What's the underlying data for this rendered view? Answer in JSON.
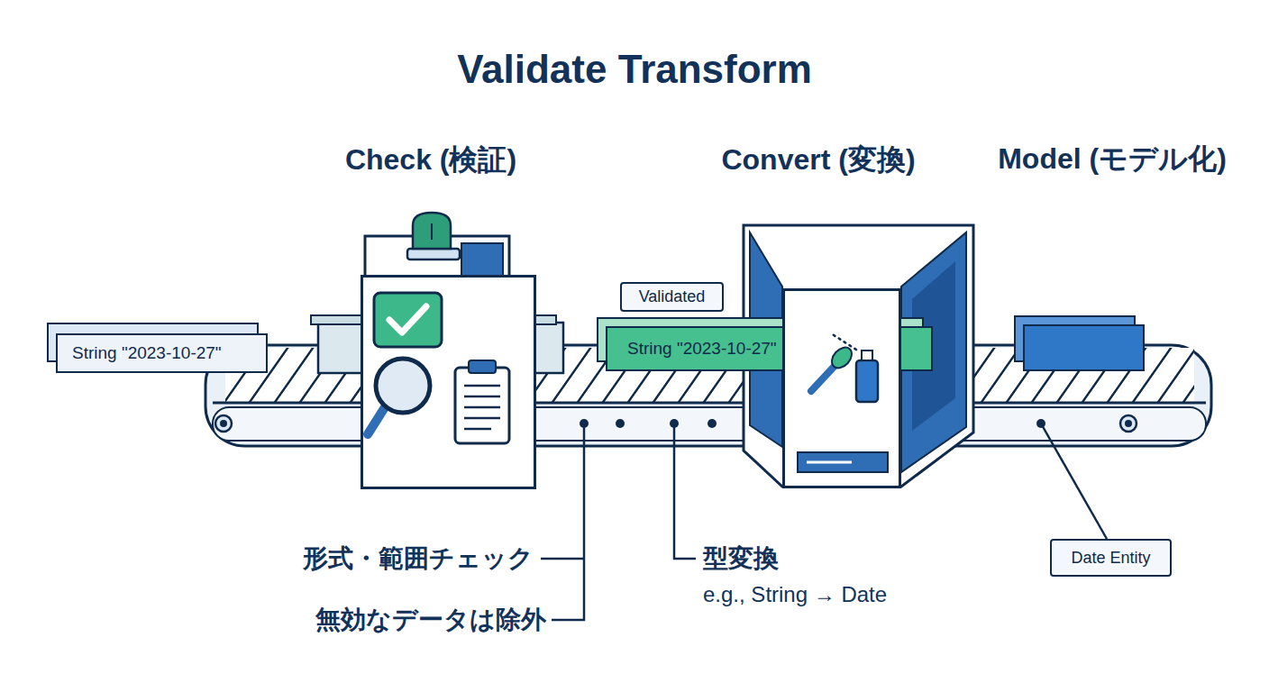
{
  "diagram": {
    "title": "Validate Transform",
    "nodes": [
      {
        "text": [
          "String \"2023-10-27\""
        ]
      },
      {
        "text": [
          "Check (検証)"
        ]
      },
      {
        "text": [
          "Validated"
        ]
      },
      {
        "text": [
          "String \"2023-10-27\""
        ]
      },
      {
        "text": [
          "Convert (変換)"
        ]
      },
      {
        "text": [
          "Model (モデル化)"
        ]
      },
      {
        "text": [
          "Date Entity"
        ]
      }
    ],
    "labels": [
      "形式・範囲チェック",
      "無効なデータは除外",
      "型変換",
      "e.g., String → Date"
    ]
  }
}
